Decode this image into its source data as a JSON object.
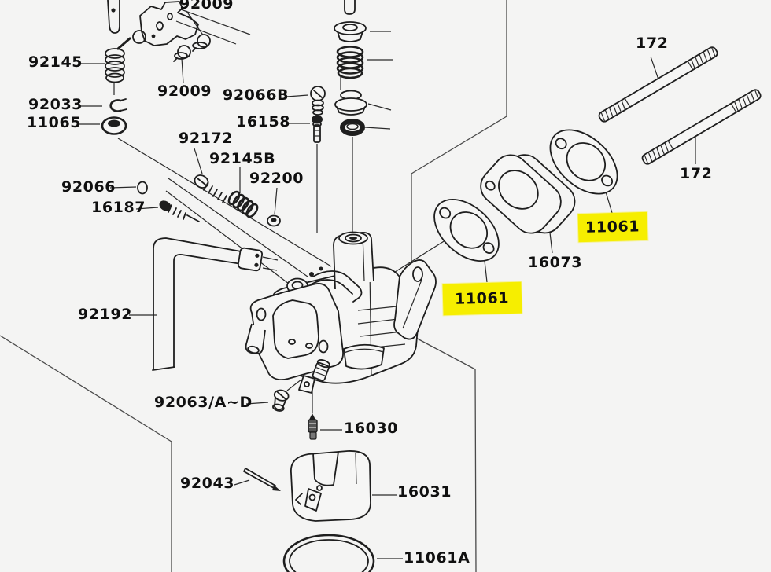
{
  "diagram": {
    "title": "carburetor-parts-diagram",
    "type": "exploded-parts-diagram",
    "background_color": "#f4f4f3",
    "line_color": "#1e1e1e",
    "highlight_color": "#f6ee00",
    "highlighted_part_number": "11061",
    "labels": [
      {
        "text": "92009"
      },
      {
        "text": "92145"
      },
      {
        "text": "92033"
      },
      {
        "text": "11065"
      },
      {
        "text": "92009"
      },
      {
        "text": "92066B"
      },
      {
        "text": "16158"
      },
      {
        "text": "92172"
      },
      {
        "text": "92145B"
      },
      {
        "text": "92200"
      },
      {
        "text": "92066"
      },
      {
        "text": "16187"
      },
      {
        "text": "92192"
      },
      {
        "text": "172"
      },
      {
        "text": "172"
      },
      {
        "text": "11061"
      },
      {
        "text": "16073"
      },
      {
        "text": "11061"
      },
      {
        "text": "92063/A~D"
      },
      {
        "text": "16030"
      },
      {
        "text": "92043"
      },
      {
        "text": "16031"
      },
      {
        "text": "11061A"
      }
    ]
  }
}
